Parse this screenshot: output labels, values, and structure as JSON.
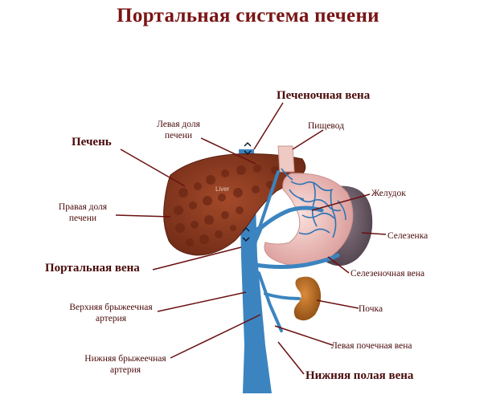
{
  "title": "Портальная система печени",
  "labels": {
    "hepatic_vein": "Печеночная вена",
    "left_lobe_line1": "Левая доля",
    "left_lobe_line2": "печени",
    "esophagus": "Пищевод",
    "liver": "Печень",
    "stomach": "Желудок",
    "right_lobe_line1": "Правая доля",
    "right_lobe_line2": "печени",
    "spleen": "Селезенка",
    "portal_vein": "Портальная вена",
    "splenic_vein": "Селезеночная вена",
    "sup_mesenteric_line1": "Верхняя брыжеечная",
    "sup_mesenteric_line2": "артерия",
    "kidney": "Почка",
    "left_renal_vein": "Левая почечная вена",
    "inf_mesenteric_line1": "Нижняя брыжеечная",
    "inf_mesenteric_line2": "артерия",
    "ivc": "Нижняя полая вена",
    "liver_inscription": "Liver"
  },
  "colors": {
    "title": "#7a1414",
    "label_text": "#4a0a0a",
    "leader_line": "#6b1010",
    "liver": "#8b3a22",
    "vein": "#3b84c0",
    "stomach": "#f2c6c2",
    "spleen": "#6f5e6a",
    "kidney": "#b86b1f"
  }
}
